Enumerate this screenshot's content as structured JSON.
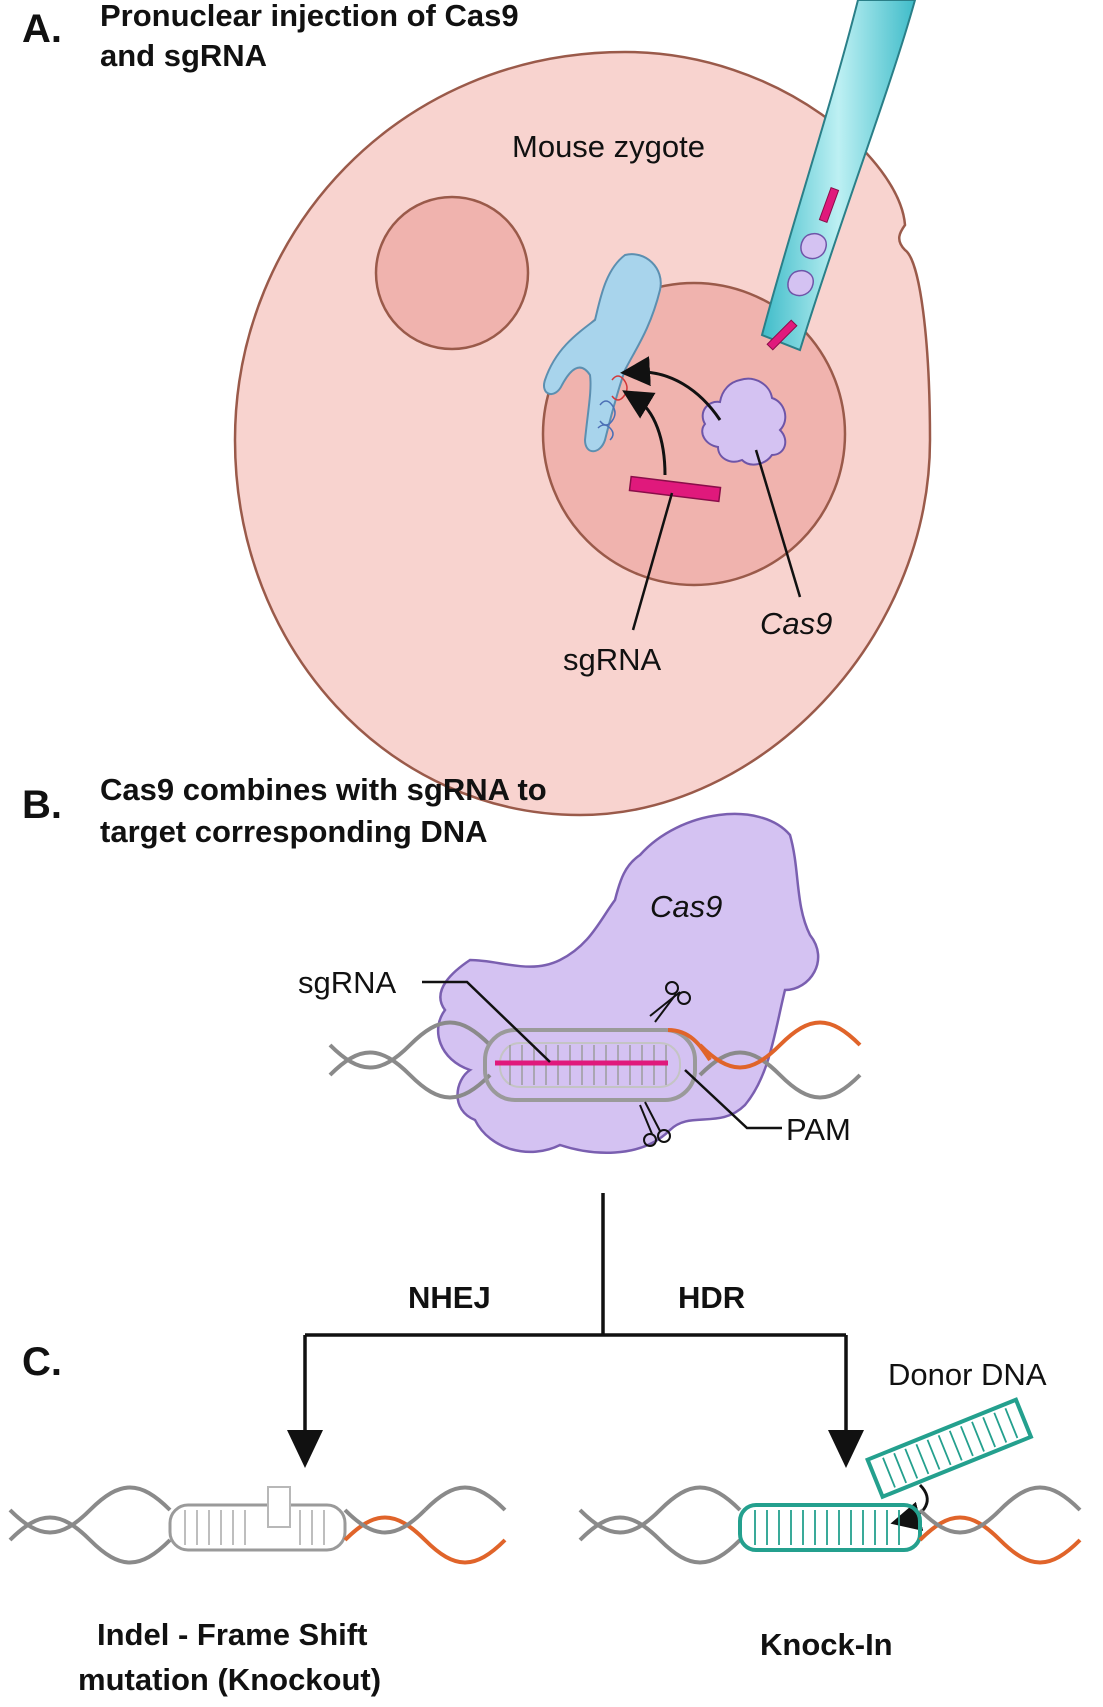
{
  "panel_a": {
    "letter": "A.",
    "title_line1": "Pronuclear injection of Cas9",
    "title_line2": "and sgRNA",
    "zygote_label": "Mouse zygote",
    "sgrna_label": "sgRNA",
    "cas9_label": "Cas9"
  },
  "panel_b": {
    "letter": "B.",
    "title_line1": "Cas9 combines with sgRNA to",
    "title_line2": "target corresponding DNA",
    "cas9_label": "Cas9",
    "sgrna_label": "sgRNA",
    "pam_label": "PAM"
  },
  "panel_c": {
    "letter": "C.",
    "nhej_label": "NHEJ",
    "hdr_label": "HDR",
    "donor_label": "Donor DNA",
    "knockout_line1": "Indel - Frame Shift",
    "knockout_line2": "mutation (Knockout)",
    "knockin_label": "Knock-In"
  },
  "colors": {
    "zygote_fill": "#f8d3cf",
    "zygote_stroke": "#9a5a4a",
    "nucleus_fill": "#f0b3ae",
    "chromosome": "#a8d4ec",
    "cas9": "#d4c2f2",
    "sgrna": "#e0197c",
    "pam": "#e0642a",
    "donor": "#24a08e",
    "pipette": "#6fd3dd"
  }
}
